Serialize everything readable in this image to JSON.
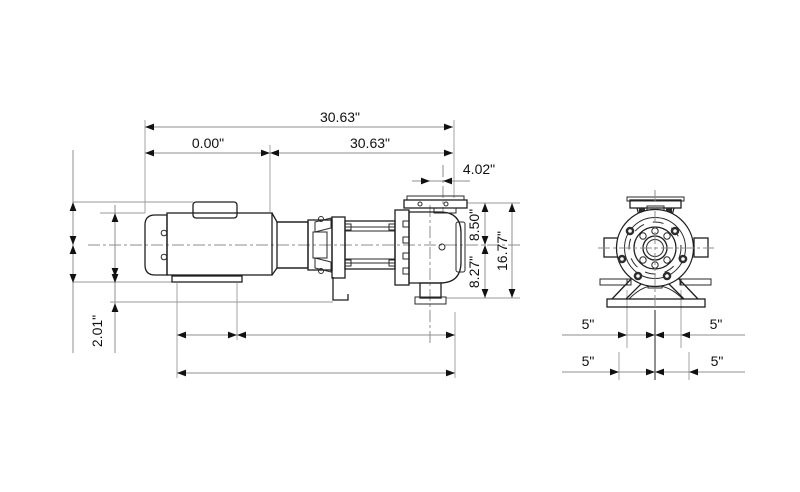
{
  "drawing": {
    "title_present": false,
    "colors": {
      "background": "#ffffff",
      "part_line": "#1f1f1f",
      "dimension_line": "#8f8f8f",
      "extension_line": "#9a9a9a",
      "arrow_and_text": "#111111"
    },
    "dims": {
      "overall_length": "30.63\"",
      "offset_zero": "0.00\"",
      "pump_length": "30.63\"",
      "discharge_offset": "4.02\"",
      "center_to_discharge_top": "8.50\"",
      "center_to_base": "8.27\"",
      "overall_height": "16.77\"",
      "foot_height": "2.01\"",
      "side_row1_left": "5\"",
      "side_row1_right": "5\"",
      "side_row2_left": "5\"",
      "side_row2_right": "5\""
    }
  }
}
